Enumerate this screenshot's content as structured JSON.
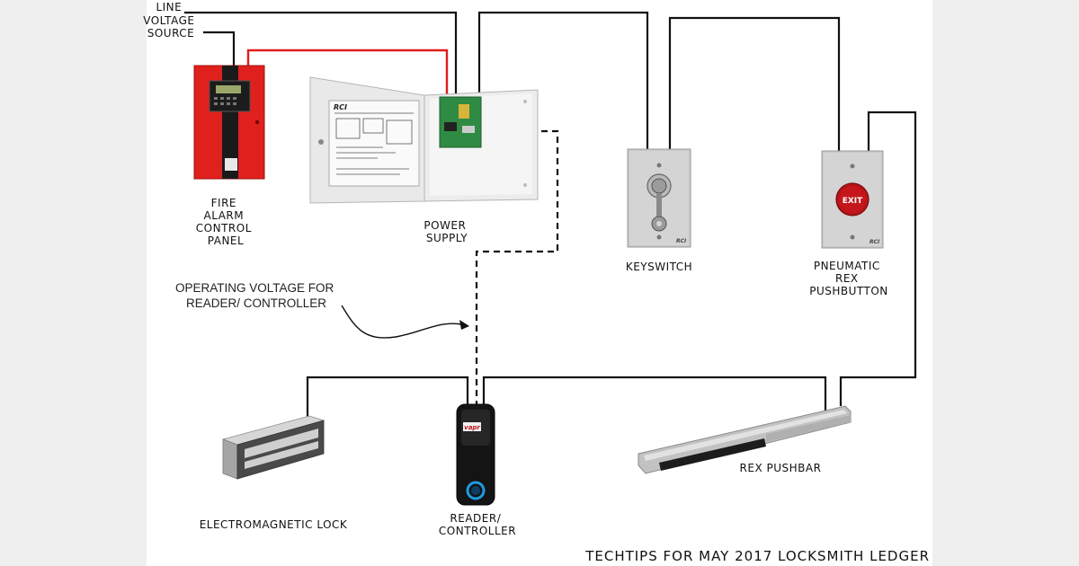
{
  "labels": {
    "line_voltage": [
      "LINE",
      "VOLTAGE",
      "SOURCE"
    ],
    "fire_alarm": [
      "FIRE",
      "ALARM",
      "CONTROL",
      "PANEL"
    ],
    "power_supply": [
      "POWER",
      "SUPPLY"
    ],
    "keyswitch": "KEYSWITCH",
    "pneumatic": [
      "PNEUMATIC",
      "REX",
      "PUSHBUTTON"
    ],
    "operating_voltage": [
      "OPERATING VOLTAGE FOR",
      "READER/ CONTROLLER"
    ],
    "em_lock": "ELECTROMAGNETIC LOCK",
    "reader": [
      "READER/",
      "CONTROLLER"
    ],
    "rex_pushbar": "REX PUSHBAR",
    "footer": "TECHTIPS FOR MAY 2017 LOCKSMITH LEDGER"
  },
  "devices": {
    "exit_button_text": "EXIT",
    "power_supply_brand": "RCI",
    "reader_brand": "vapr",
    "keyswitch_brand": "RCI",
    "exit_plate_brand": "RCI"
  },
  "colors": {
    "background": "#f0efef",
    "panel_bg": "#ffffff",
    "fire_panel_red": "#e0201c",
    "red_wire": "#e01c1c",
    "exit_button": "#c4161c"
  }
}
